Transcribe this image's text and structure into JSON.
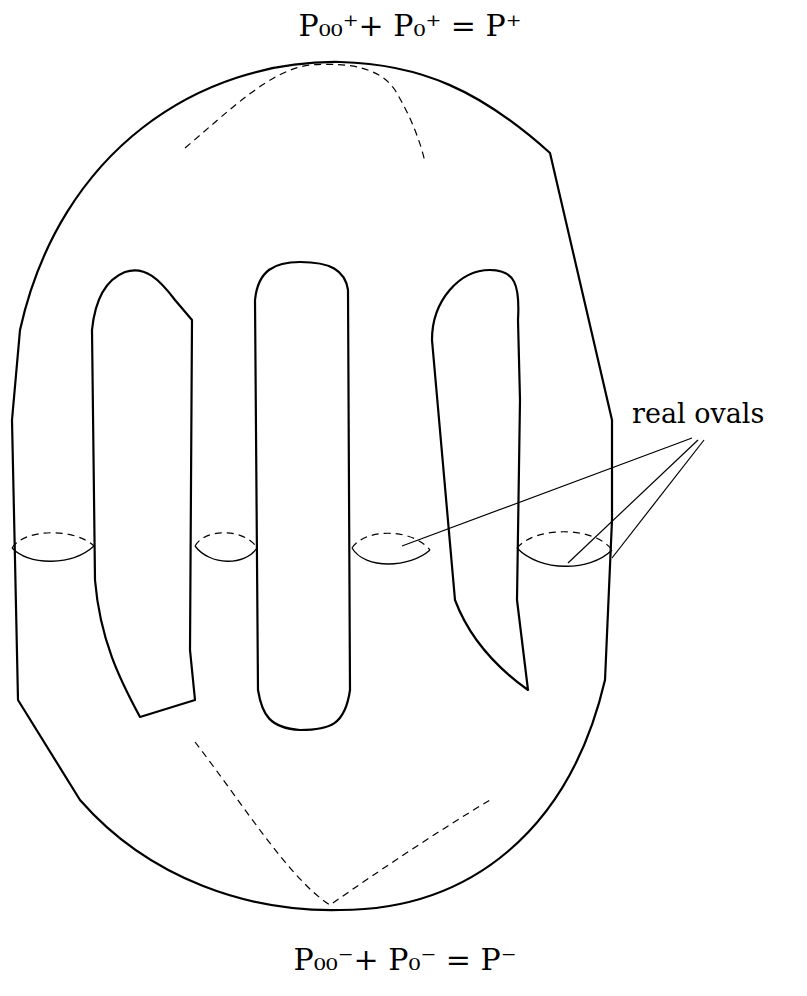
{
  "diagram": {
    "labels": [
      "P₀₀⁺+ P₀⁺ = P⁺",
      "P₀₀⁻+ P₀⁻ = P⁻",
      "real ovals"
    ]
  }
}
